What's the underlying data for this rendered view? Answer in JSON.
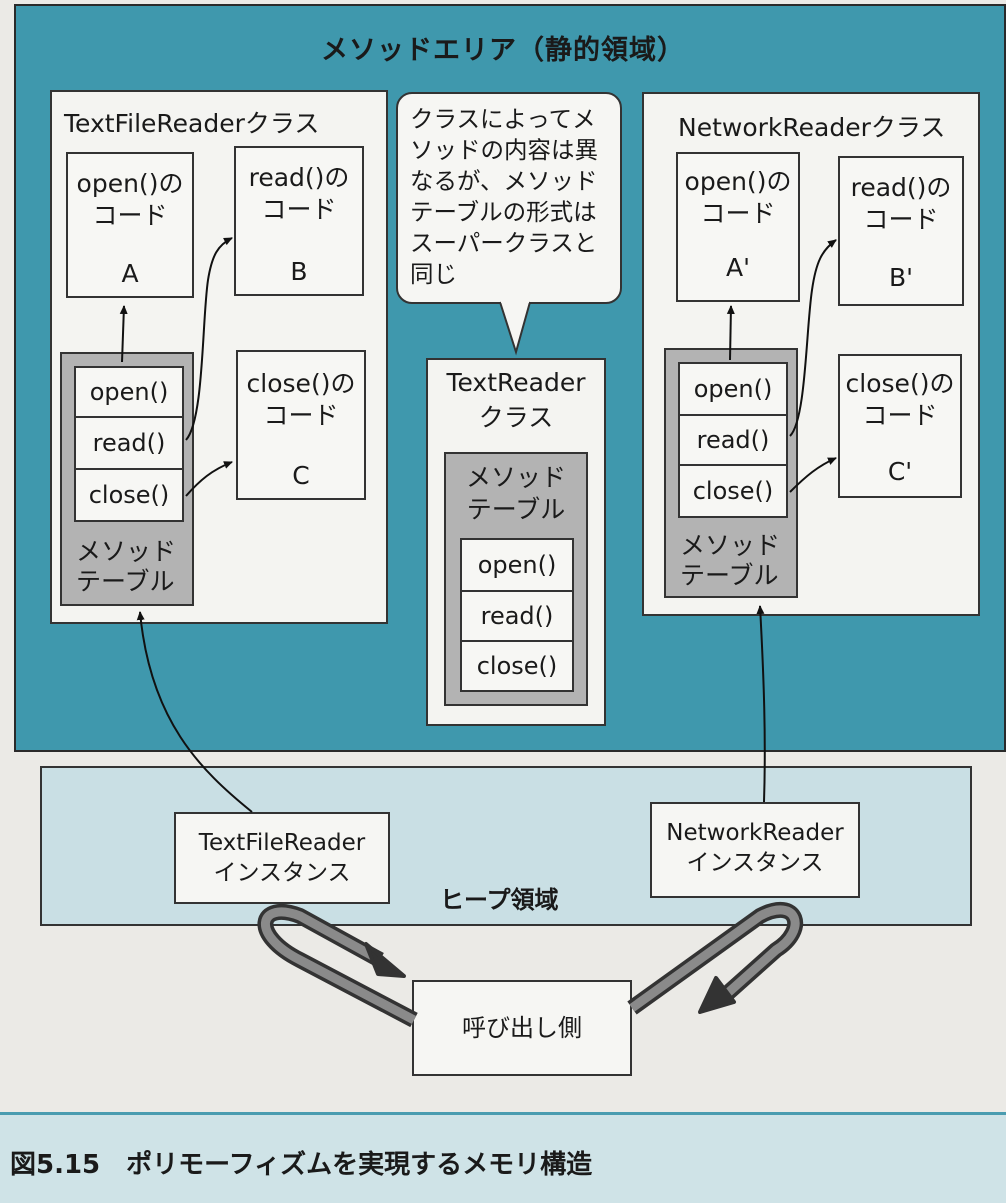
{
  "method_area": {
    "title": "メソッドエリア（静的領域）"
  },
  "text_file_reader_class": {
    "title": "TextFileReaderクラス",
    "code_open": {
      "line1": "open()の",
      "line2": "コード",
      "label": "A"
    },
    "code_read": {
      "line1": "read()の",
      "line2": "コード",
      "label": "B"
    },
    "code_close": {
      "line1": "close()の",
      "line2": "コード",
      "label": "C"
    },
    "method_table": {
      "rows": [
        "open()",
        "read()",
        "close()"
      ],
      "label_line1": "メソッド",
      "label_line2": "テーブル"
    }
  },
  "callout": {
    "lines": [
      "クラスによってメ",
      "ソッドの内容は異",
      "なるが、メソッド",
      "テーブルの形式は",
      "スーパークラスと",
      "同じ"
    ]
  },
  "text_reader_class": {
    "title_line1": "TextReader",
    "title_line2": "クラス",
    "method_table": {
      "label_line1": "メソッド",
      "label_line2": "テーブル",
      "rows": [
        "open()",
        "read()",
        "close()"
      ]
    }
  },
  "network_reader_class": {
    "title": "NetworkReaderクラス",
    "code_open": {
      "line1": "open()の",
      "line2": "コード",
      "label": "A'"
    },
    "code_read": {
      "line1": "read()の",
      "line2": "コード",
      "label": "B'"
    },
    "code_close": {
      "line1": "close()の",
      "line2": "コード",
      "label": "C'"
    },
    "method_table": {
      "rows": [
        "open()",
        "read()",
        "close()"
      ],
      "label_line1": "メソッド",
      "label_line2": "テーブル"
    }
  },
  "heap": {
    "title": "ヒープ領域",
    "text_file_reader_instance": {
      "line1": "TextFileReader",
      "line2": "インスタンス"
    },
    "network_reader_instance": {
      "line1": "NetworkReader",
      "line2": "インスタンス"
    }
  },
  "caller": {
    "label": "呼び出し側"
  },
  "caption": {
    "number": "図5.15",
    "text": "ポリモーフィズムを実現するメモリ構造"
  },
  "colors": {
    "method_area": "#3f98ad",
    "heap": "#c9dfe4",
    "table_fill": "#b3b3b3",
    "panel": "#f4f4f1",
    "caption_band": "#cfe3e7"
  }
}
